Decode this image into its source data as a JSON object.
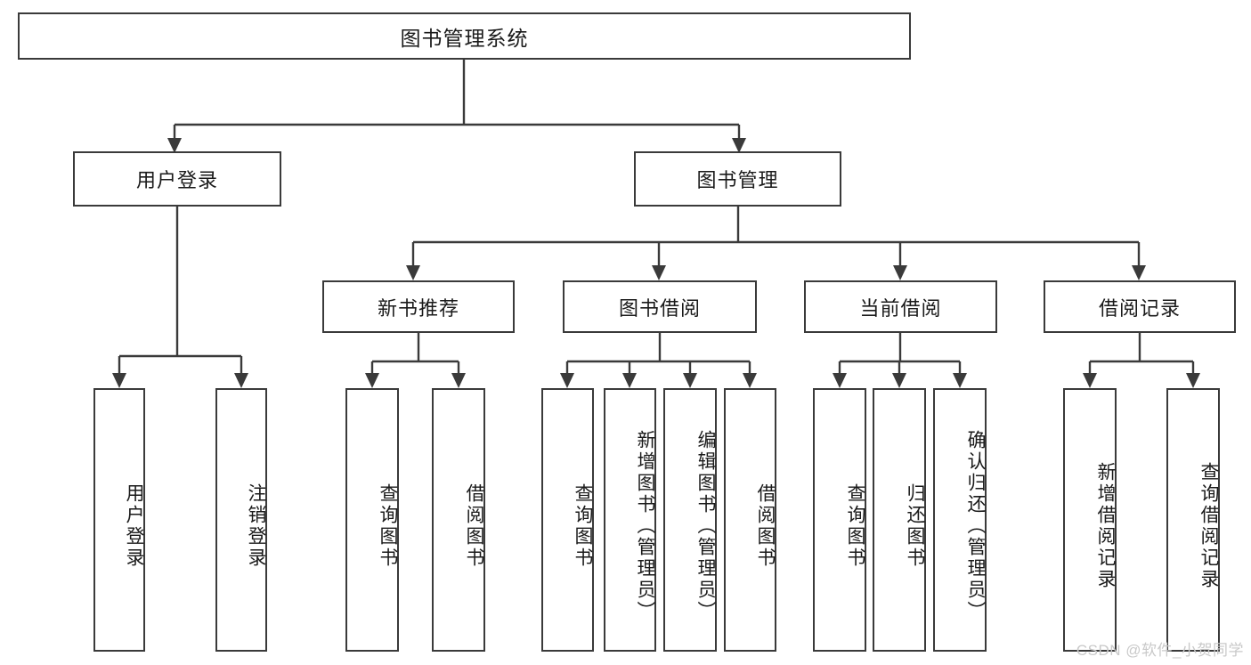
{
  "diagram": {
    "title": "图书管理系统",
    "type": "tree-hierarchy-diagram",
    "watermark": "CSDN @软件_小贺同学",
    "colors": {
      "border": "#3a3a3a",
      "background": "#ffffff",
      "text": "#1a1a1a",
      "watermark": "#c9c9c9"
    },
    "nodes": {
      "root": {
        "label": "图书管理系统"
      },
      "level1": [
        {
          "label": "用户登录"
        },
        {
          "label": "图书管理"
        }
      ],
      "level2": [
        {
          "label": "新书推荐"
        },
        {
          "label": "图书借阅"
        },
        {
          "label": "当前借阅"
        },
        {
          "label": "借阅记录"
        }
      ],
      "leaves": {
        "user_login": [
          {
            "label": "用户登录"
          },
          {
            "label": "注销登录"
          }
        ],
        "new_book_recommend": [
          {
            "label": "查询图书"
          },
          {
            "label": "借阅图书"
          }
        ],
        "book_borrow": [
          {
            "label": "查询图书"
          },
          {
            "label": "新增图书（管理员）"
          },
          {
            "label": "编辑图书（管理员）"
          },
          {
            "label": "借阅图书"
          }
        ],
        "current_borrow": [
          {
            "label": "查询图书"
          },
          {
            "label": "归还图书"
          },
          {
            "label": "确认归还（管理员）"
          }
        ],
        "borrow_record": [
          {
            "label": "新增借阅记录"
          },
          {
            "label": "查询借阅记录"
          }
        ]
      }
    }
  }
}
